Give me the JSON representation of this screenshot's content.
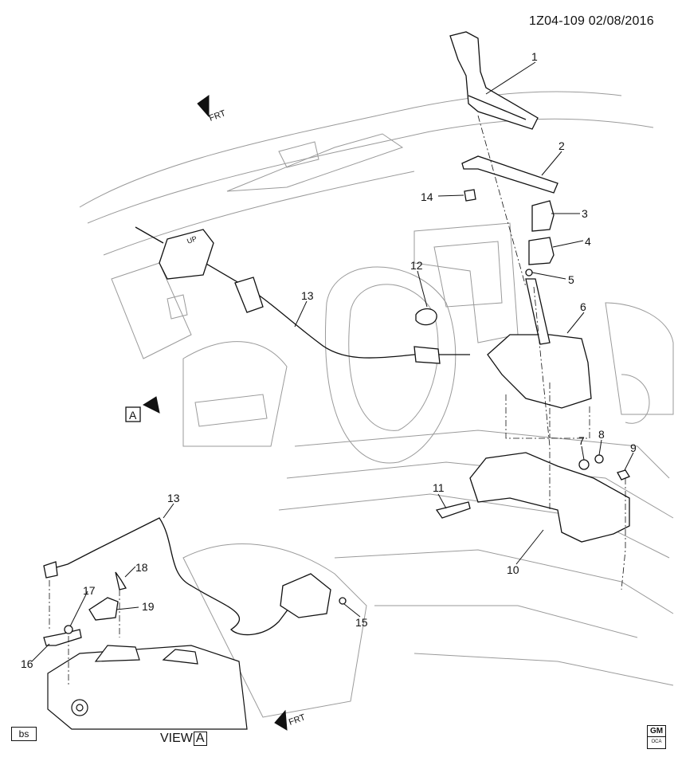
{
  "header": {
    "doc_id": "1Z04-109 02/08/2016"
  },
  "arrows": {
    "frt_top": "FRT",
    "frt_bottom": "FRT",
    "up_label": "UP",
    "view_ref": "A"
  },
  "callouts": [
    "1",
    "2",
    "3",
    "4",
    "5",
    "6",
    "7",
    "8",
    "9",
    "10",
    "11",
    "12",
    "13",
    "13",
    "14",
    "15",
    "16",
    "17",
    "18",
    "19"
  ],
  "footer": {
    "bs_tag": "bs",
    "view_text": "VIEW",
    "view_ref": "A",
    "logo_main": "GM",
    "logo_sub": "OCA"
  },
  "colors": {
    "line": "#111111",
    "ghost": "#9a9a9a",
    "fill": "#ffffff"
  }
}
